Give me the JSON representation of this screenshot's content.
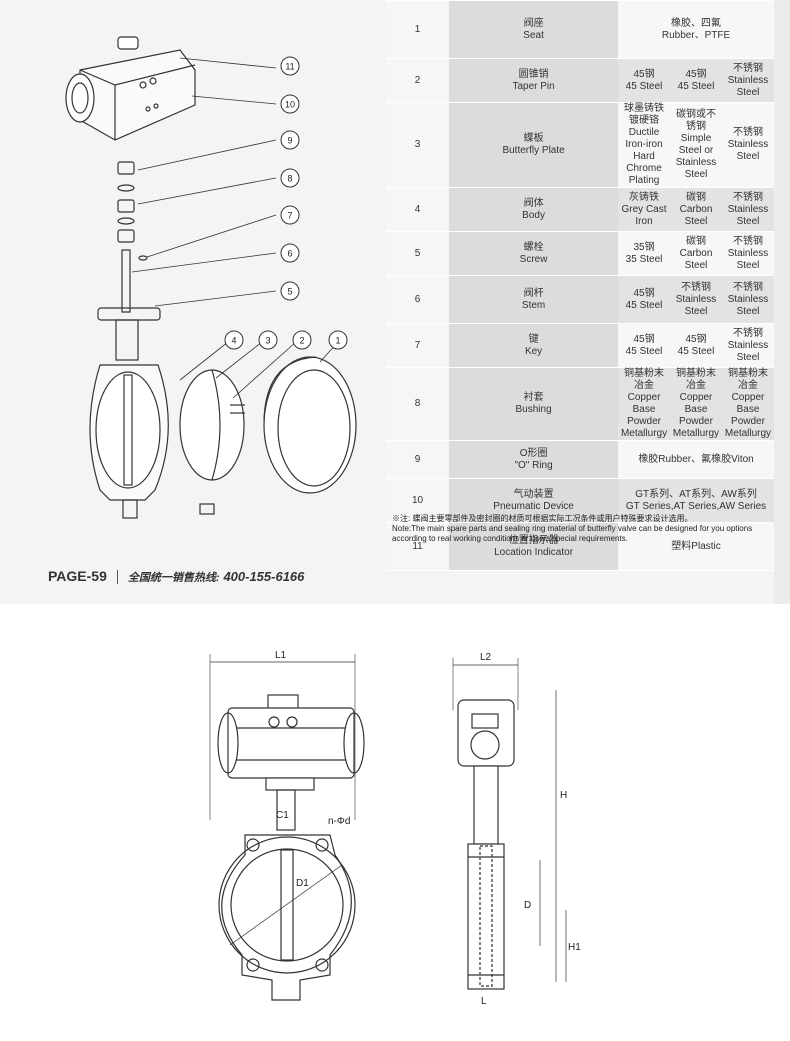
{
  "footer": {
    "page": "PAGE-59",
    "hotline_label": "全国统一销售热线:",
    "phone": "400-155-6166"
  },
  "callouts": [
    "11",
    "10",
    "9",
    "8",
    "7",
    "6",
    "5",
    "4",
    "3",
    "2",
    "1"
  ],
  "parts_table": {
    "rows": [
      {
        "no": "1",
        "cn": "阀座",
        "en": "Seat",
        "merged": true,
        "values": [
          {
            "cn": "橡胶、四氟",
            "en": "Rubber、PTFE"
          }
        ]
      },
      {
        "no": "2",
        "cn": "圆锥销",
        "en": "Taper Pin",
        "values": [
          {
            "cn": "45钢",
            "en": "45 Steel"
          },
          {
            "cn": "45钢",
            "en": "45 Steel"
          },
          {
            "cn": "不锈钢",
            "en": "Stainless Steel"
          }
        ]
      },
      {
        "no": "3",
        "cn": "蝶板",
        "en": "Butterfly Plate",
        "values": [
          {
            "cn": "球墨铸铁镀硬铬",
            "en": "Ductile Iron-iron Hard Chrome Plating"
          },
          {
            "cn": "碳钢或不锈钢",
            "en": "Simple Steel or Stainless Steel"
          },
          {
            "cn": "不锈钢",
            "en": "Stainless Steel"
          }
        ]
      },
      {
        "no": "4",
        "cn": "阀体",
        "en": "Body",
        "values": [
          {
            "cn": "灰铸铁",
            "en": "Grey Cast Iron"
          },
          {
            "cn": "碳钢",
            "en": "Carbon Steel"
          },
          {
            "cn": "不锈钢",
            "en": "Stainless Steel"
          }
        ]
      },
      {
        "no": "5",
        "cn": "螺栓",
        "en": "Screw",
        "values": [
          {
            "cn": "35钢",
            "en": "35 Steel"
          },
          {
            "cn": "碳钢",
            "en": "Carbon Steel"
          },
          {
            "cn": "不锈钢",
            "en": "Stainless Steel"
          }
        ]
      },
      {
        "no": "6",
        "cn": "阀杆",
        "en": "Stem",
        "values": [
          {
            "cn": "45钢",
            "en": "45 Steel"
          },
          {
            "cn": "不锈钢",
            "en": "Stainless Steel"
          },
          {
            "cn": "不锈钢",
            "en": "Stainless Steel"
          }
        ]
      },
      {
        "no": "7",
        "cn": "键",
        "en": "Key",
        "values": [
          {
            "cn": "45钢",
            "en": "45 Steel"
          },
          {
            "cn": "45钢",
            "en": "45 Steel"
          },
          {
            "cn": "不锈钢",
            "en": "Stainless Steel"
          }
        ]
      },
      {
        "no": "8",
        "cn": "衬套",
        "en": "Bushing",
        "values": [
          {
            "cn": "铜基粉末冶金",
            "en": "Copper Base Powder Metallurgy"
          },
          {
            "cn": "铜基粉末冶金",
            "en": "Copper Base Powder Metallurgy"
          },
          {
            "cn": "铜基粉末冶金",
            "en": "Copper Base Powder Metallurgy"
          }
        ]
      },
      {
        "no": "9",
        "cn": "O形圈",
        "en": "\"O\" Ring",
        "merged": true,
        "values": [
          {
            "cn": "橡胶Rubber、氟橡胶Viton",
            "en": ""
          }
        ]
      },
      {
        "no": "10",
        "cn": "气动装置",
        "en": "Pneumatic Device",
        "merged": true,
        "values": [
          {
            "cn": "GT系列、AT系列、AW系列",
            "en": "GT Series,AT Series,AW Series"
          }
        ]
      },
      {
        "no": "11",
        "cn": "位置指示器",
        "en": "Location Indicator",
        "merged": true,
        "values": [
          {
            "cn": "塑料Plastic",
            "en": ""
          }
        ]
      }
    ]
  },
  "note": {
    "cn": "※注: 蝶阀主要零部件及密封圈的材质可根据实际工况条件或用户特殊要求设计选用。",
    "en": "Note:The main spare parts and sealing ring material of butterfly valve can be designed for you options according to real working conditions or users'special requirements."
  },
  "dimensions": {
    "front": {
      "l1": "L1",
      "c1": "C1",
      "d1": "D1",
      "nd": "n-Φd"
    },
    "side": {
      "l2": "L2",
      "h": "H",
      "d": "D",
      "h1": "H1",
      "l": "L"
    }
  }
}
